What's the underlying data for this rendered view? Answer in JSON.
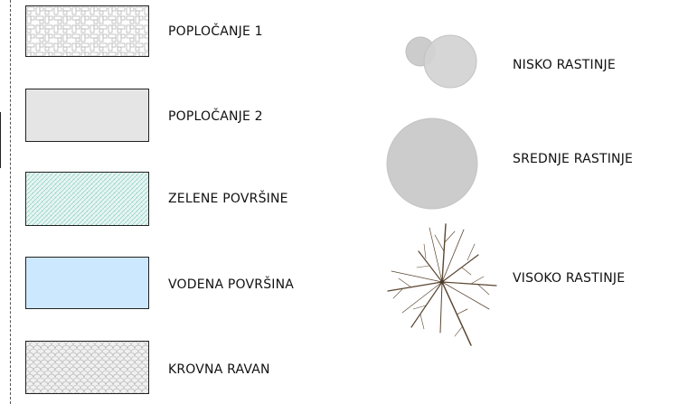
{
  "legend": {
    "left": [
      {
        "key": "paving1",
        "label": "POPLOČANJE 1",
        "icon": "woven-tile-pattern"
      },
      {
        "key": "paving2",
        "label": "POPLOČANJE 2",
        "icon": "solid-gray-fill",
        "color": "#e5e5e5"
      },
      {
        "key": "green",
        "label": "ZELENE POVRŠINE",
        "icon": "green-hatch-pattern",
        "color": "#8ed1c6"
      },
      {
        "key": "water",
        "label": "VODENA POVRŠINA",
        "icon": "solid-blue-fill",
        "color": "#cce8fe"
      },
      {
        "key": "roof",
        "label": "KROVNA RAVAN",
        "icon": "roof-tile-pattern",
        "color": "#d0d0d0"
      }
    ],
    "right": [
      {
        "key": "low",
        "label": "NISKO RASTINJE",
        "icon": "low-shrub-circles",
        "color": "#cccccc"
      },
      {
        "key": "medium",
        "label": "SREDNJE RASTINJE",
        "icon": "medium-tree-circle",
        "color": "#cccccc"
      },
      {
        "key": "high",
        "label": "VISOKO RASTINJE",
        "icon": "tall-tree-branches",
        "color": "#5a4632"
      }
    ]
  }
}
